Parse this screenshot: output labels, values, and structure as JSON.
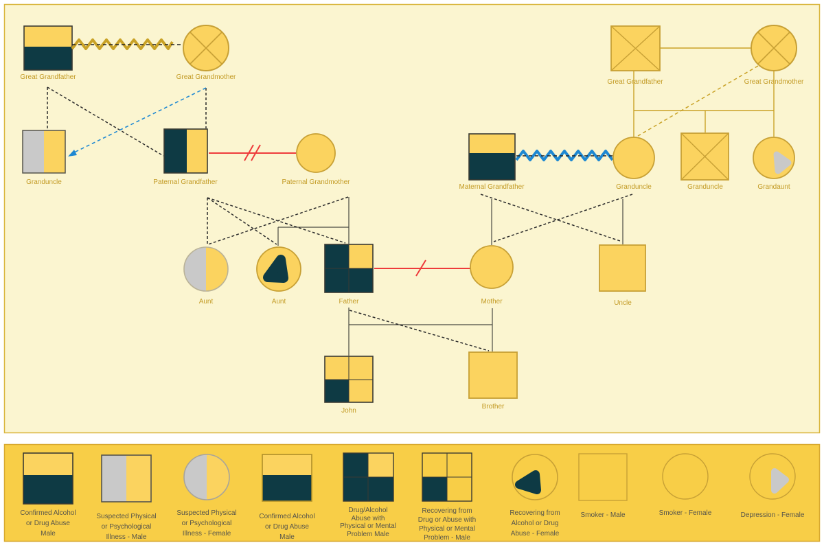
{
  "diagram": {
    "title": "Genogram family diagram",
    "nodes": {
      "ggf_p": {
        "label": "Great Grandfather"
      },
      "ggm_p": {
        "label": "Great Grandmother"
      },
      "granduncle_p": {
        "label": "Granduncle"
      },
      "pgf": {
        "label": "Paternal Grandfather"
      },
      "pgm": {
        "label": "Paternal Grandmother"
      },
      "ggf_m": {
        "label": "Great Grandfather"
      },
      "ggm_m": {
        "label": "Great Grandmother"
      },
      "mgf": {
        "label": "Maternal Grandfather"
      },
      "granduncle_m1": {
        "label": "Granduncle"
      },
      "granduncle_m2": {
        "label": "Granduncle"
      },
      "grandaunt": {
        "label": "Grandaunt"
      },
      "aunt1": {
        "label": "Aunt"
      },
      "aunt2": {
        "label": "Aunt"
      },
      "father": {
        "label": "Father"
      },
      "mother": {
        "label": "Mother"
      },
      "uncle": {
        "label": "Uncle"
      },
      "john": {
        "label": "John"
      },
      "brother": {
        "label": "Brother"
      }
    }
  },
  "legend": {
    "items": [
      {
        "id": "confirmed-alcohol-drug-abuse-male-1",
        "label": "Confirmed Alcohol\nor Drug Abuse\nMale"
      },
      {
        "id": "suspected-physical-psychological-illness-male",
        "label": "Suspected Physical\nor Psychological\nIllness - Male"
      },
      {
        "id": "suspected-physical-psychological-illness-female",
        "label": "Suspected Physical\nor Psychological\nIllness - Female"
      },
      {
        "id": "confirmed-alcohol-drug-abuse-male-2",
        "label": "Confirmed Alcohol\nor Drug Abuse\nMale"
      },
      {
        "id": "drug-alcohol-abuse-physical-mental-problem-male",
        "label": "Drug/Alcohol\nAbuse with\nPhysical or Mental\nProblem Male"
      },
      {
        "id": "recovering-drug-abuse-physical-mental-problem-male",
        "label": "Recovering from\nDrug or Abuse with\nPhysical or Mental\nProblem - Male"
      },
      {
        "id": "recovering-alcohol-drug-abuse-female",
        "label": "Recovering from\nAlcohol or Drug\nAbuse - Female"
      },
      {
        "id": "smoker-male",
        "label": "Smoker - Male"
      },
      {
        "id": "smoker-female",
        "label": "Smoker - Female"
      },
      {
        "id": "depression-female",
        "label": "Depression - Female"
      }
    ]
  },
  "palette": {
    "canvas_bg": "#FBF5D0",
    "legend_bg": "#F8CE47",
    "node_yellow": "#FBD35F",
    "condition_dark": "#0E3A44",
    "suspected_gray": "#C9C9C9",
    "gold_line": "#C7A035",
    "label_gold": "#C39B25",
    "divorce_red": "#EE3B3B",
    "zigzag_blue": "#1E88D2",
    "zigzag_gold": "#C9A227",
    "dark_border": "#3A3A33",
    "legend_text": "#57554A"
  }
}
